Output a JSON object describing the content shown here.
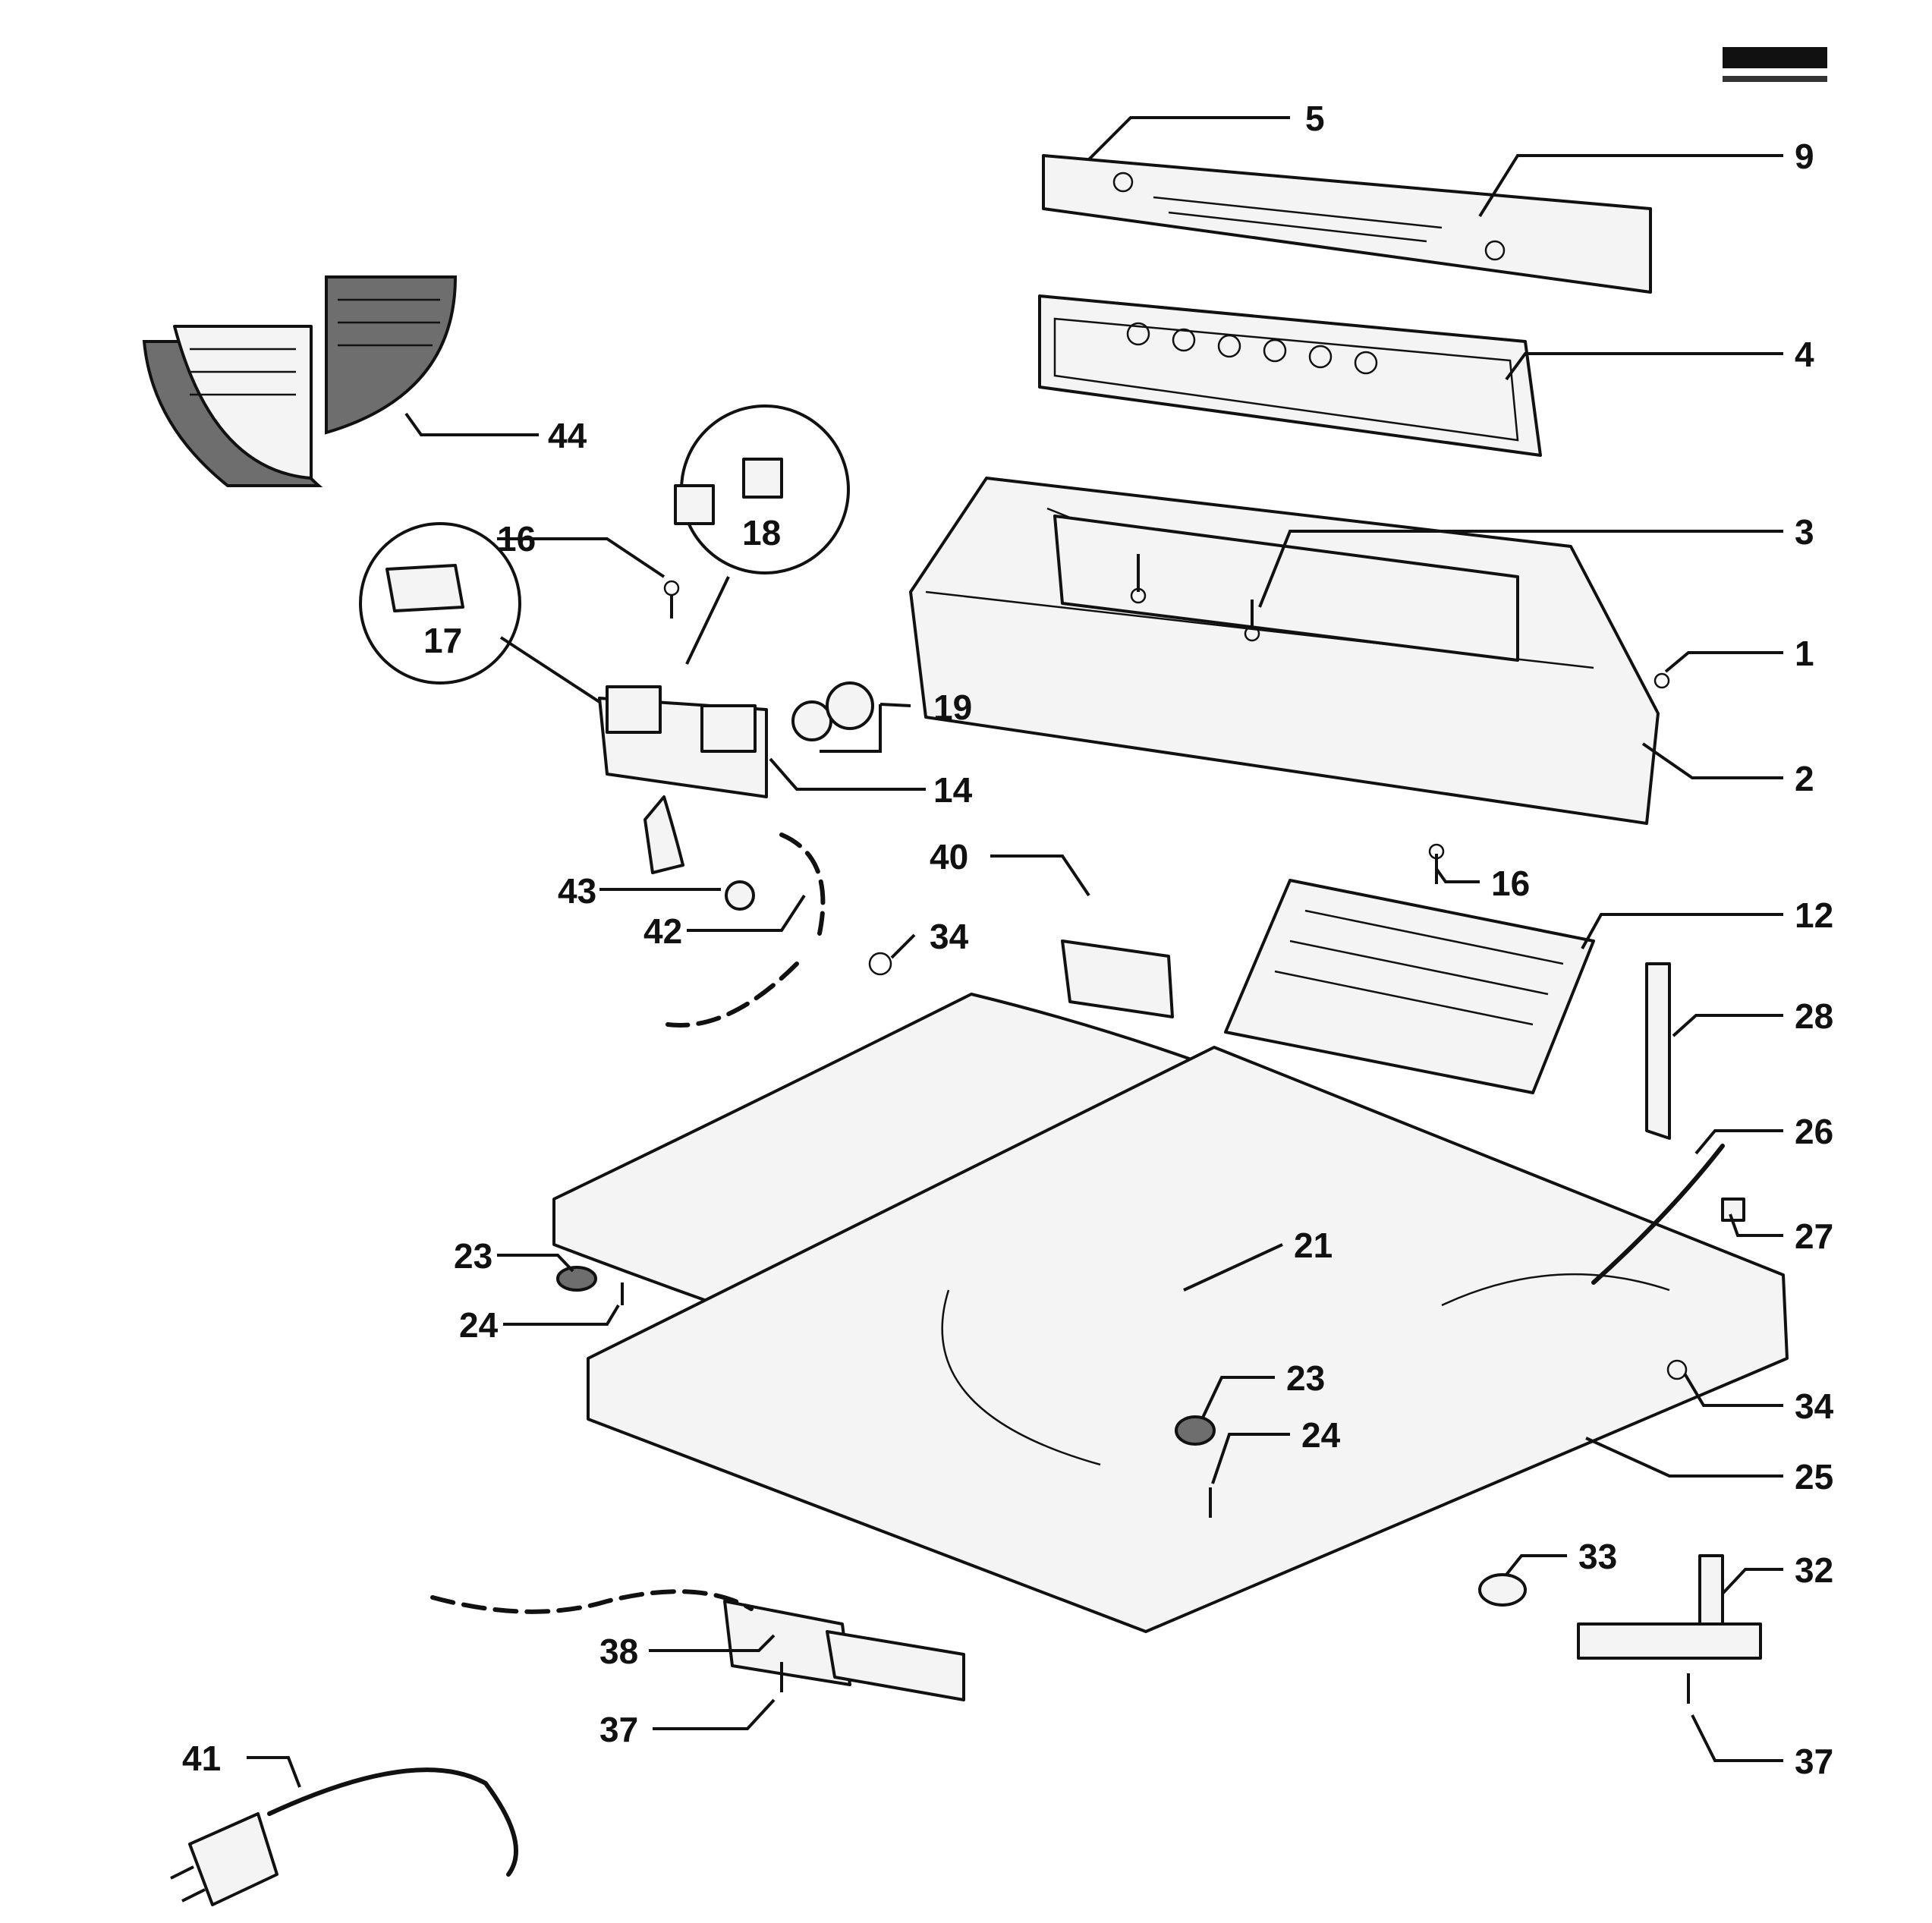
{
  "diagram": {
    "callouts": [
      {
        "key": "c5",
        "text": "5"
      },
      {
        "key": "c9",
        "text": "9"
      },
      {
        "key": "c4",
        "text": "4"
      },
      {
        "key": "c44",
        "text": "44"
      },
      {
        "key": "c16a",
        "text": "16"
      },
      {
        "key": "c18",
        "text": "18"
      },
      {
        "key": "c3",
        "text": "3"
      },
      {
        "key": "c17",
        "text": "17"
      },
      {
        "key": "c1",
        "text": "1"
      },
      {
        "key": "c19",
        "text": "19"
      },
      {
        "key": "c14",
        "text": "14"
      },
      {
        "key": "c2",
        "text": "2"
      },
      {
        "key": "c40",
        "text": "40"
      },
      {
        "key": "c16b",
        "text": "16"
      },
      {
        "key": "c43",
        "text": "43"
      },
      {
        "key": "c42",
        "text": "42"
      },
      {
        "key": "c34a",
        "text": "34"
      },
      {
        "key": "c12",
        "text": "12"
      },
      {
        "key": "c28",
        "text": "28"
      },
      {
        "key": "c26",
        "text": "26"
      },
      {
        "key": "c21",
        "text": "21"
      },
      {
        "key": "c27",
        "text": "27"
      },
      {
        "key": "c23a",
        "text": "23"
      },
      {
        "key": "c24a",
        "text": "24"
      },
      {
        "key": "c23b",
        "text": "23"
      },
      {
        "key": "c34b",
        "text": "34"
      },
      {
        "key": "c24b",
        "text": "24"
      },
      {
        "key": "c25",
        "text": "25"
      },
      {
        "key": "c33",
        "text": "33"
      },
      {
        "key": "c32",
        "text": "32"
      },
      {
        "key": "c38",
        "text": "38"
      },
      {
        "key": "c37a",
        "text": "37"
      },
      {
        "key": "c41",
        "text": "41"
      },
      {
        "key": "c37b",
        "text": "37"
      }
    ]
  }
}
